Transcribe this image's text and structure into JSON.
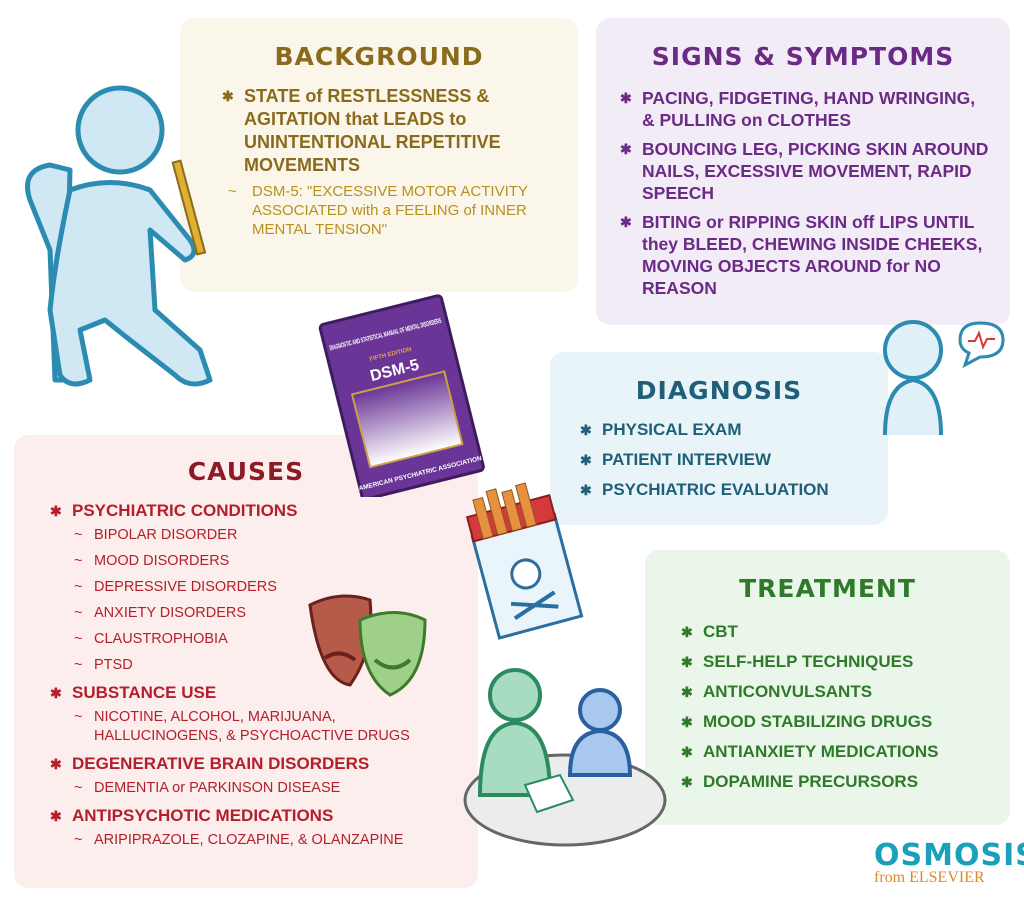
{
  "background": {
    "title": "BACKGROUND",
    "bullet": "STATE of RESTLESSNESS & AGITATION that LEADS to UNINTENTIONAL REPETITIVE MOVEMENTS",
    "sub": "DSM-5: \"EXCESSIVE MOTOR ACTIVITY ASSOCIATED with a FEELING of INNER MENTAL TENSION\""
  },
  "signs": {
    "title": "SIGNS & SYMPTOMS",
    "items": [
      "PACING, FIDGETING, HAND WRINGING, & PULLING on CLOTHES",
      "BOUNCING LEG, PICKING SKIN AROUND NAILS, EXCESSIVE MOVEMENT, RAPID SPEECH",
      "BITING or RIPPING SKIN off LIPS UNTIL they BLEED, CHEWING INSIDE CHEEKS, MOVING OBJECTS AROUND for NO REASON"
    ]
  },
  "diagnosis": {
    "title": "DIAGNOSIS",
    "items": [
      "PHYSICAL EXAM",
      "PATIENT INTERVIEW",
      "PSYCHIATRIC EVALUATION"
    ]
  },
  "causes": {
    "title": "CAUSES",
    "groups": [
      {
        "label": "PSYCHIATRIC CONDITIONS",
        "subs": [
          "BIPOLAR DISORDER",
          "MOOD DISORDERS",
          "DEPRESSIVE DISORDERS",
          "ANXIETY DISORDERS",
          "CLAUSTROPHOBIA",
          "PTSD"
        ]
      },
      {
        "label": "SUBSTANCE USE",
        "subs": [
          "NICOTINE, ALCOHOL, MARIJUANA, HALLUCINOGENS, & PSYCHOACTIVE DRUGS"
        ]
      },
      {
        "label": "DEGENERATIVE BRAIN DISORDERS",
        "subs": [
          "DEMENTIA or PARKINSON DISEASE"
        ]
      },
      {
        "label": "ANTIPSYCHOTIC MEDICATIONS",
        "subs": [
          "ARIPIPRAZOLE, CLOZAPINE, & OLANZAPINE"
        ]
      }
    ]
  },
  "treatment": {
    "title": "TREATMENT",
    "items": [
      "CBT",
      "SELF-HELP TECHNIQUES",
      "ANTICONVULSANTS",
      "MOOD STABILIZING DRUGS",
      "ANTIANXIETY MEDICATIONS",
      "DOPAMINE PRECURSORS"
    ]
  },
  "book": {
    "title": "DIAGNOSTIC AND STATISTICAL MANUAL OF MENTAL DISORDERS",
    "edition": "FIFTH EDITION",
    "name": "DSM-5",
    "publisher": "AMERICAN PSYCHIATRIC ASSOCIATION"
  },
  "logo": {
    "name": "OSMOSIS",
    "sub": "from ELSEVIER"
  }
}
